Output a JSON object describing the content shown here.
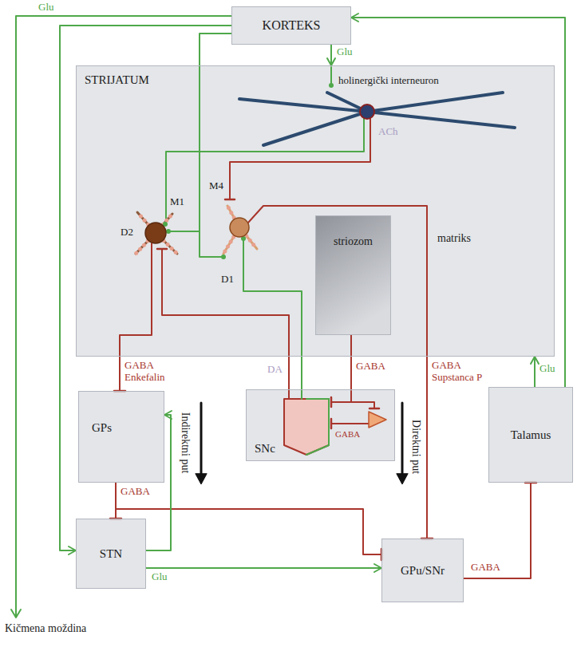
{
  "diagram": {
    "nodes": [
      {
        "text": [
          "KORTEKS"
        ]
      },
      {
        "text": [
          "STRIJATUM"
        ]
      },
      {
        "text": [
          "striozom"
        ],
        "in": 1
      },
      {
        "text": [
          "GPs"
        ]
      },
      {
        "text": [
          "SNc"
        ]
      },
      {
        "text": [
          "Talamus"
        ]
      },
      {
        "text": [
          "STN"
        ]
      },
      {
        "text": [
          "GPu/SNr"
        ]
      }
    ],
    "edges": [
      {
        "from": 0,
        "to": 1,
        "label": "Glu",
        "arrow": "to"
      },
      {
        "from": 0,
        "to": 1,
        "arrow": "none"
      },
      {
        "from": 0,
        "to": 6,
        "arrow": "to"
      },
      {
        "from": 5,
        "to": 0,
        "arrow": "to"
      },
      {
        "from": 5,
        "to": 1,
        "label": "Glu",
        "arrow": "to"
      },
      {
        "from": 1,
        "to": 3,
        "label": "GABA Enkefalin",
        "arrow": "to"
      },
      {
        "from": 1,
        "to": 7,
        "label": "GABA Supstanca P",
        "arrow": "to"
      },
      {
        "from": 2,
        "to": 4,
        "label": "GABA",
        "arrow": "none"
      },
      {
        "from": 4,
        "to": 1,
        "arrow": "none"
      },
      {
        "from": 4,
        "to": 1,
        "label": "DA",
        "arrow": "none"
      },
      {
        "from": 3,
        "to": 6,
        "label": "GABA",
        "arrow": "to"
      },
      {
        "from": 3,
        "to": 7,
        "arrow": "to"
      },
      {
        "from": 6,
        "to": 3,
        "arrow": "to"
      },
      {
        "from": 6,
        "to": 7,
        "label": "Glu",
        "arrow": "to"
      },
      {
        "from": 7,
        "to": 5,
        "label": "GABA",
        "arrow": "to"
      }
    ],
    "labels": [
      "Glu",
      "holinergički interneuron",
      "ACh",
      "M1",
      "M4",
      "D2",
      "D1",
      "matriks",
      "GABA",
      "Indirektni put",
      "Direktni put",
      "Kičmena moždina"
    ]
  }
}
